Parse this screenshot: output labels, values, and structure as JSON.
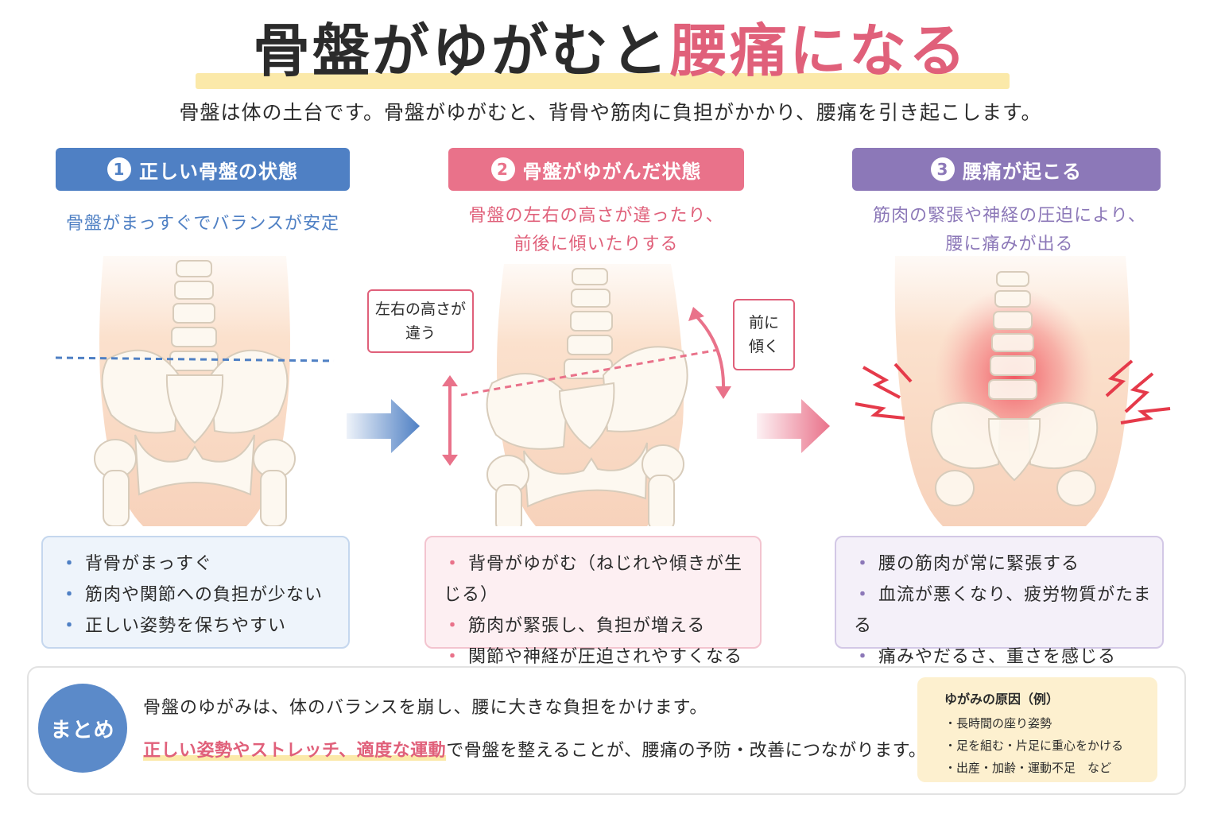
{
  "title": {
    "part1": "骨盤がゆがむと",
    "part2": "腰痛になる"
  },
  "subtitle": "骨盤は体の土台です。骨盤がゆがむと、背骨や筋肉に負担がかかり、腰痛を引き起こします。",
  "colors": {
    "blue": "#4f80c4",
    "pink": "#e9728a",
    "purple": "#8c78b8",
    "title_red": "#e0607a",
    "highlight": "#fbe9a9"
  },
  "steps": [
    {
      "number": "1",
      "header": "正しい骨盤の状態",
      "desc": [
        "骨盤がまっすぐでバランスが安定"
      ],
      "bullets": [
        "背骨がまっすぐ",
        "筋肉や関節への負担が少ない",
        "正しい姿勢を保ちやすい"
      ]
    },
    {
      "number": "2",
      "header": "骨盤がゆがんだ状態",
      "desc": [
        "骨盤の左右の高さが違ったり、",
        "前後に傾いたりする"
      ],
      "tags": {
        "height": [
          "左右の高さが",
          "違う"
        ],
        "tilt": [
          "前に",
          "傾く"
        ]
      },
      "bullets": [
        "背骨がゆがむ（ねじれや傾きが生じる）",
        "筋肉が緊張し、負担が増える",
        "関節や神経が圧迫されやすくなる"
      ]
    },
    {
      "number": "3",
      "header": "腰痛が起こる",
      "desc": [
        "筋肉の緊張や神経の圧迫により、",
        "腰に痛みが出る"
      ],
      "bullets": [
        "腰の筋肉が常に緊張する",
        "血流が悪くなり、疲労物質がたまる",
        "痛みやだるさ、重さを感じる"
      ]
    }
  ],
  "summary": {
    "badge": "まとめ",
    "line1": "骨盤のゆがみは、体のバランスを崩し、腰に大きな負担をかけます。",
    "line2_emphasis": "正しい姿勢やストレッチ、適度な運動",
    "line2_rest": "で骨盤を整えることが、腰痛の予防・改善につながります。",
    "causes_title": "ゆがみの原因（例）",
    "causes": [
      "・長時間の座り姿勢",
      "・足を組む・片足に重心をかける",
      "・出産・加齢・運動不足　など"
    ]
  }
}
